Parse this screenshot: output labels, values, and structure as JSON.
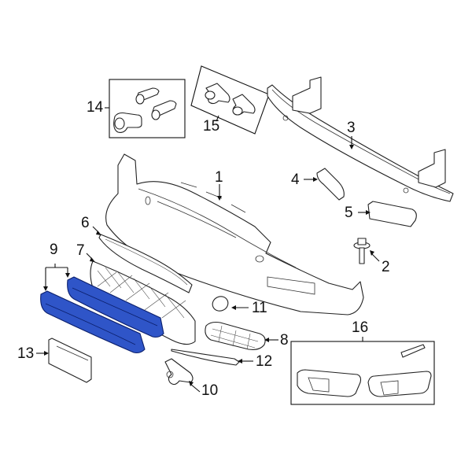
{
  "diagram": {
    "title": "Front bumper exploded parts diagram",
    "highlight_color": "#2f55c8",
    "highlighted_part": "9",
    "callouts": [
      {
        "num": "1",
        "part": "bumper-cover"
      },
      {
        "num": "2",
        "part": "bolt"
      },
      {
        "num": "3",
        "part": "impact-bar"
      },
      {
        "num": "4",
        "part": "bracket-left"
      },
      {
        "num": "5",
        "part": "bracket-right"
      },
      {
        "num": "6",
        "part": "upper-grille"
      },
      {
        "num": "7",
        "part": "center-grille"
      },
      {
        "num": "8",
        "part": "side-grille"
      },
      {
        "num": "9",
        "part": "lower-grille-trim"
      },
      {
        "num": "10",
        "part": "sensor-bracket"
      },
      {
        "num": "11",
        "part": "tow-hook-cover"
      },
      {
        "num": "12",
        "part": "trim-strip"
      },
      {
        "num": "13",
        "part": "license-plate-bracket"
      },
      {
        "num": "14",
        "part": "park-sensors"
      },
      {
        "num": "15",
        "part": "sensor-retainers"
      },
      {
        "num": "16",
        "part": "fog-lamp-covers"
      }
    ]
  }
}
